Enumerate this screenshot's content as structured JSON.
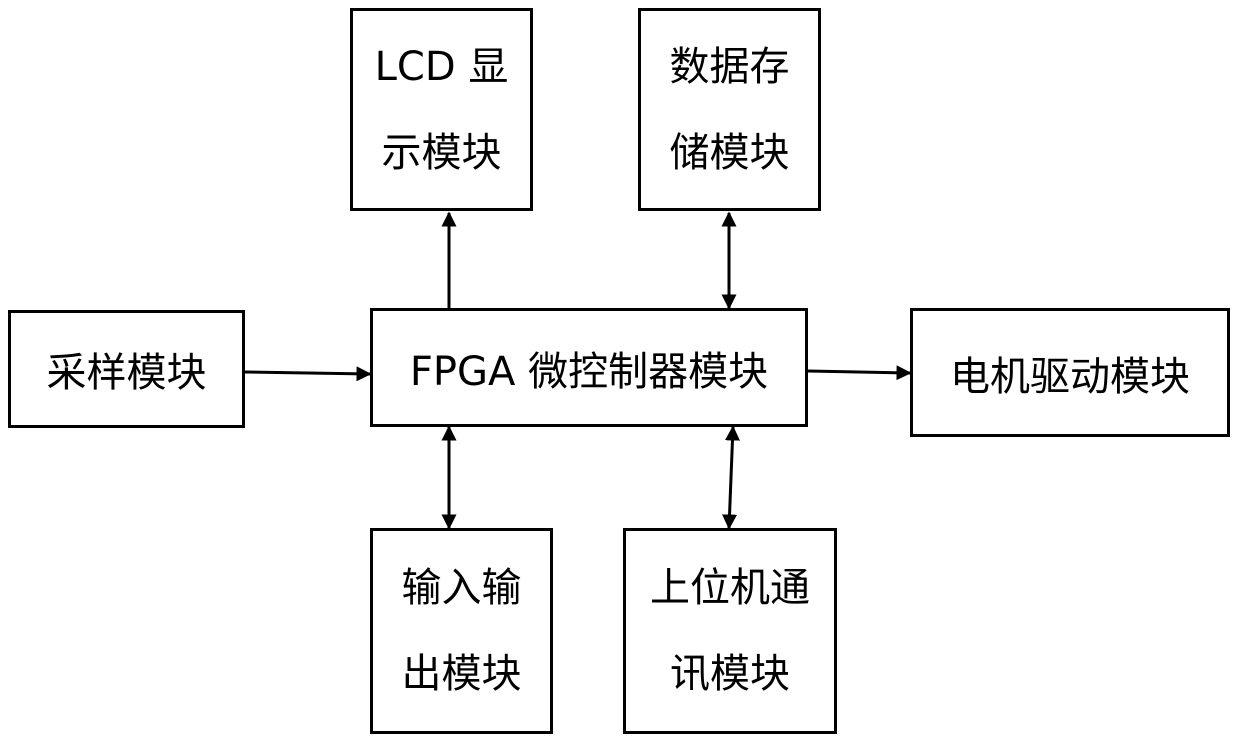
{
  "diagram": {
    "lcd": {
      "line1": "LCD 显",
      "line2": "示模块"
    },
    "storage": {
      "line1": "数据存",
      "line2": "储模块"
    },
    "sampling": {
      "label": "采样模块"
    },
    "fpga": {
      "label": "FPGA 微控制器模块"
    },
    "motor": {
      "label": "电机驱动模块"
    },
    "io": {
      "line1": "输入输",
      "line2": "出模块"
    },
    "host": {
      "line1": "上位机通",
      "line2": "讯模块"
    }
  }
}
